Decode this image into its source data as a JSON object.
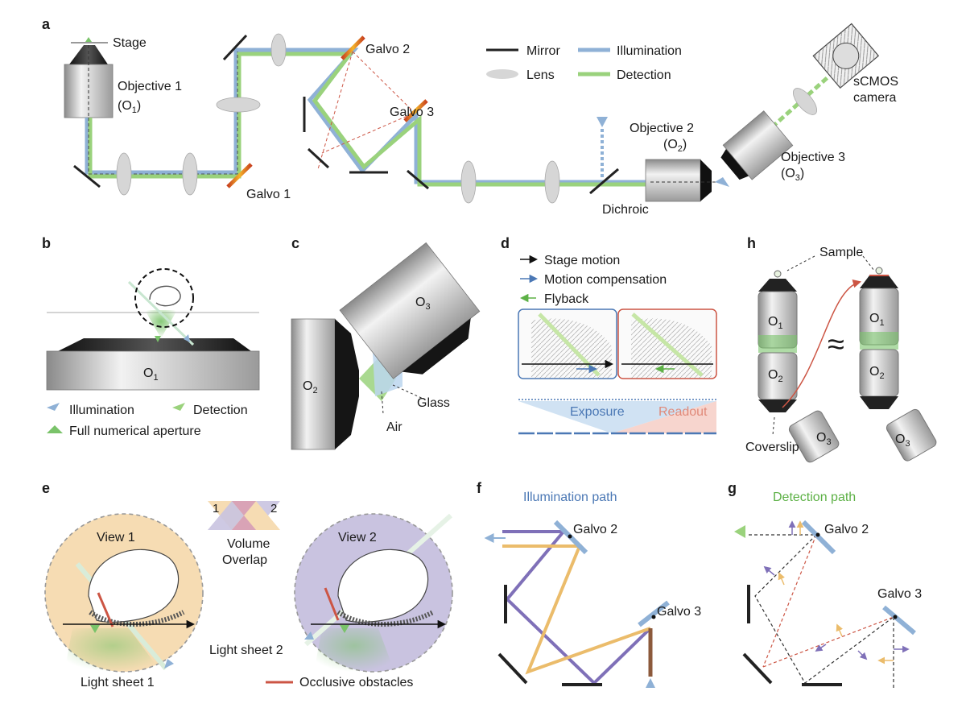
{
  "panels": {
    "a": "a",
    "b": "b",
    "c": "c",
    "d": "d",
    "e": "e",
    "f": "f",
    "g": "g",
    "h": "h"
  },
  "a": {
    "stage": "Stage",
    "objective1": "Objective 1",
    "o1": "(O",
    "galvo1": "Galvo 1",
    "galvo2": "Galvo 2",
    "galvo3": "Galvo 3",
    "dichroic": "Dichroic",
    "objective2": "Objective 2",
    "o2": "(O",
    "objective3": "Objective 3",
    "o3": "(O",
    "camera1": "sCMOS",
    "camera2": "camera",
    "legend": {
      "mirror": "Mirror",
      "lens": "Lens",
      "illumination": "Illumination",
      "detection": "Detection"
    }
  },
  "b": {
    "o": "O",
    "illumination": "Illumination",
    "detection": "Detection",
    "full_na": "Full numerical aperture"
  },
  "c": {
    "o2": "O",
    "o3": "O",
    "glass": "Glass",
    "air": "Air"
  },
  "d": {
    "stage_motion": "Stage motion",
    "motion_comp": "Motion compensation",
    "flyback": "Flyback",
    "exposure": "Exposure",
    "readout": "Readout"
  },
  "h": {
    "sample": "Sample",
    "o": "O",
    "coverslip": "Coverslip",
    "approx": "≈"
  },
  "e": {
    "view1": "View 1",
    "view2": "View 2",
    "n1": "1",
    "n2": "2",
    "volume": "Volume",
    "overlap": "Overlap",
    "ls1": "Light sheet 1",
    "ls2": "Light sheet 2",
    "occlusive": "Occlusive obstacles"
  },
  "f": {
    "title": "Illumination path",
    "galvo2": "Galvo 2",
    "galvo3": "Galvo 3"
  },
  "g": {
    "title": "Detection path",
    "galvo2": "Galvo 2",
    "galvo3": "Galvo 3"
  },
  "colors": {
    "illumination": "#8fb1d6",
    "detection": "#9ad27c",
    "galvo": "#f0a020",
    "view1": "#f6dcb3",
    "view2": "#c9c3e0",
    "violet": "#7f70b8",
    "orange": "#ebbc6b",
    "brown": "#8c5a3c",
    "red": "#cc5544",
    "blue_title": "#4b78b5",
    "green_title": "#5db146"
  }
}
